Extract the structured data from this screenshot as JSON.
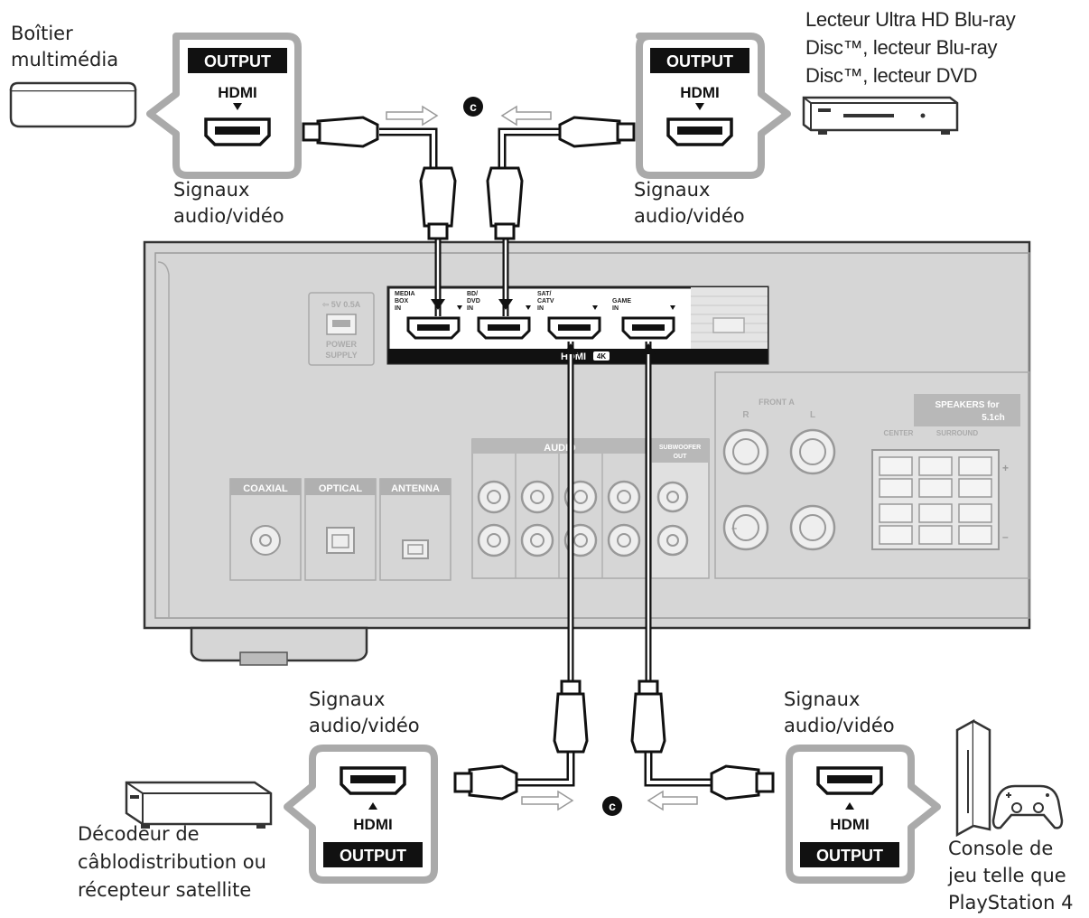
{
  "devices": {
    "media_box": {
      "label": "Boîtier\nmultimédia"
    },
    "bd_player": {
      "label": "Lecteur Ultra HD Blu-ray\nDisc™, lecteur Blu-ray\nDisc™, lecteur DVD"
    },
    "cable_box": {
      "label": "Décodeur de\ncâblodistribution ou\nrécepteur satellite"
    },
    "game_console": {
      "label": "Console de\njeu telle que\nPlayStation 4"
    }
  },
  "signal_label": "Signaux\naudio/vidéo",
  "output_box": {
    "output_text": "OUTPUT",
    "hdmi_text": "HDMI"
  },
  "cable_marker": "c",
  "receiver": {
    "hdmi_panel_label": "HDMI",
    "hdmi_4k_badge": "4K",
    "inputs": [
      {
        "label": "MEDIA\nBOX\nIN"
      },
      {
        "label": "BD/\nDVD\nIN"
      },
      {
        "label": "SAT/\nCATV\nIN"
      },
      {
        "label": "GAME\nIN"
      }
    ],
    "usb_label": "POWER\nSUPPLY",
    "coaxial_label": "COAXIAL",
    "optical_label": "OPTICAL",
    "antenna_label": "ANTENNA",
    "audio_label": "AUDIO",
    "subwoofer_label": "SUBWOOFER\nOUT",
    "speakers_label": "SPEAKERS for\n5.1ch",
    "center_label": "CENTER",
    "surround_label": "SURROUND",
    "front_label": "FRONT A"
  }
}
